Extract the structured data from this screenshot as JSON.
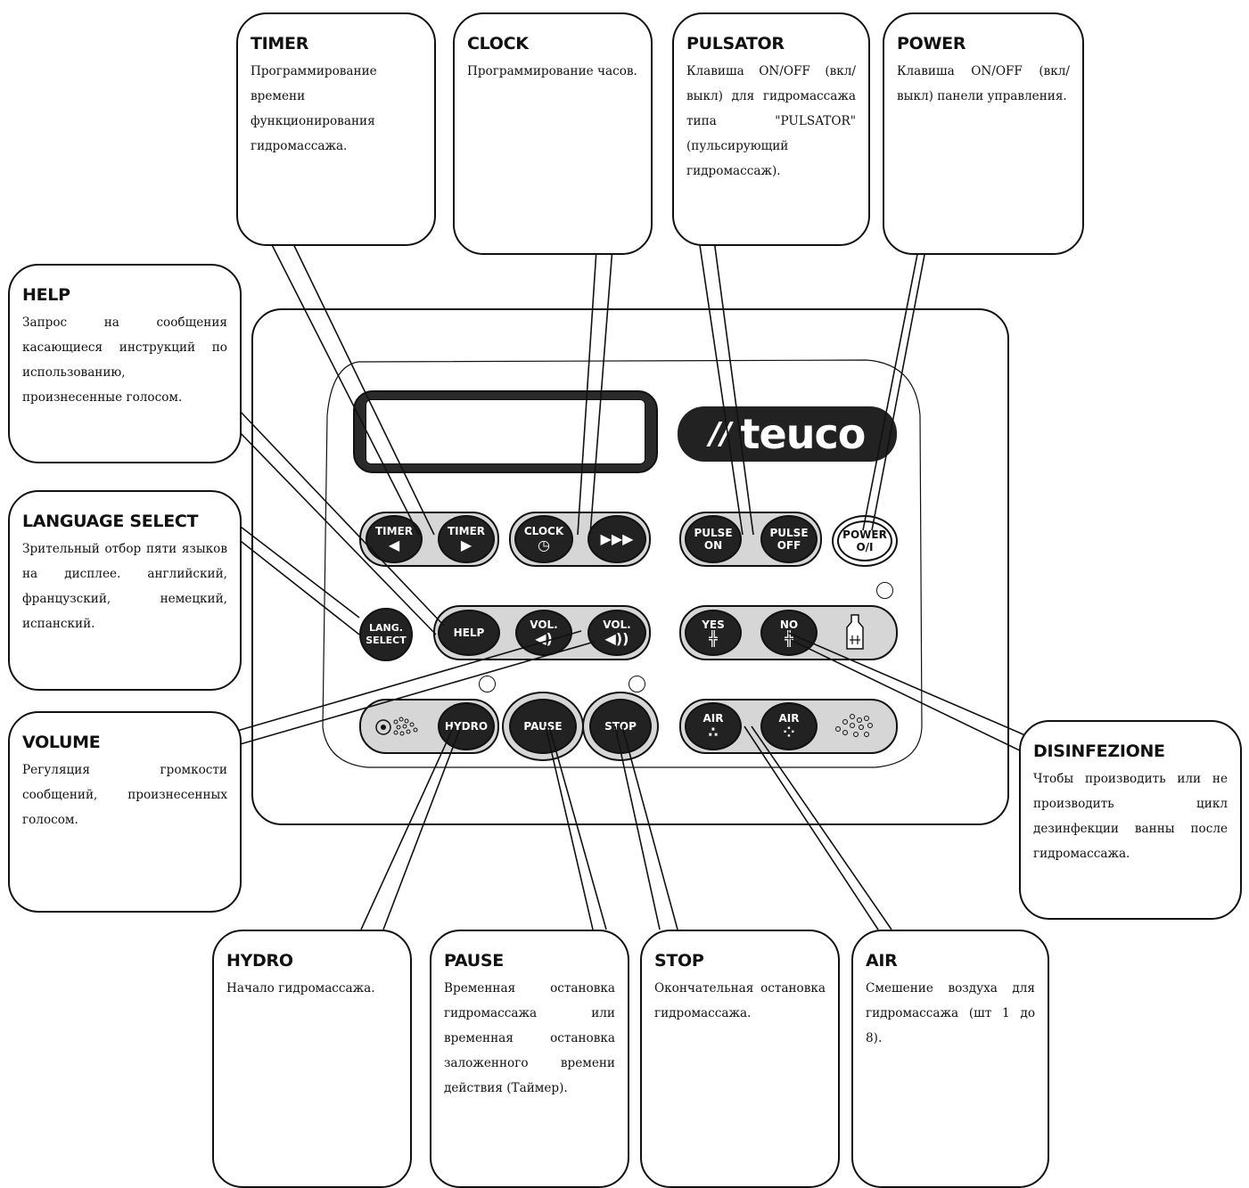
{
  "panel": {
    "brand": "teuco",
    "keys": {
      "timer_left": {
        "label": "TIMER",
        "symbol": "◀"
      },
      "timer_right": {
        "label": "TIMER",
        "symbol": "▶"
      },
      "clock": {
        "label": "CLOCK",
        "symbol": "◷"
      },
      "forward": {
        "symbol": "▶▶▶"
      },
      "pulse_on": {
        "line1": "PULSE",
        "line2": "ON"
      },
      "pulse_off": {
        "line1": "PULSE",
        "line2": "OFF"
      },
      "power": {
        "line1": "POWER",
        "line2": "O/I"
      },
      "lang_select": {
        "line1": "LANG.",
        "line2": "SELECT"
      },
      "help": {
        "label": "HELP"
      },
      "vol_down": {
        "label": "VOL.",
        "symbol": "◀)"
      },
      "vol_up": {
        "label": "VOL.",
        "symbol": "◀))"
      },
      "yes": {
        "label": "YES",
        "symbol": "╬"
      },
      "no": {
        "label": "NO",
        "symbol": "╬"
      },
      "hydro": {
        "label": "HYDRO"
      },
      "pause": {
        "label": "PAUSE"
      },
      "stop": {
        "label": "STOP"
      },
      "air_low": {
        "label": "AIR",
        "symbol": "∴"
      },
      "air_high": {
        "label": "AIR",
        "symbol": "⁘"
      }
    }
  },
  "callouts": {
    "timer": {
      "title": "TIMER",
      "text": "Программирование времени функционирования гидромассажа."
    },
    "clock": {
      "title": "CLOCK",
      "text": "Программирование часов."
    },
    "pulsator": {
      "title": "PULSATOR",
      "text": "Клавиша ON/OFF (вкл/выкл) для гидромассажа типа \"PULSATOR\" (пульсирующий гидромассаж)."
    },
    "power": {
      "title": "POWER",
      "text": "Клавиша ON/OFF (вкл/выкл) панели управления."
    },
    "help": {
      "title": "HELP",
      "text": "Запрос на сообщения касающиеся инструкций по использованию, произнесенные голосом."
    },
    "language": {
      "title": "LANGUAGE SELECT",
      "text": "Зрительный отбор пяти языков на дисплее. английский, французский, немецкий, испанский."
    },
    "volume": {
      "title": "VOLUME",
      "text": "Регуляция громкости сообщений, произнесенных голосом."
    },
    "disinfezione": {
      "title": "DISINFEZIONE",
      "text": "Чтобы производить или не производить цикл дезинфекции ванны после гидромассажа."
    },
    "hydro": {
      "title": "HYDRO",
      "text": "Начало гидромассажа."
    },
    "pause": {
      "title": "PAUSE",
      "text": "Временная остановка гидромассажа или временная остановка заложенного времени действия (Таймер)."
    },
    "stop": {
      "title": "STOP",
      "text": "Окончательная остановка гидромассажа."
    },
    "air": {
      "title": "AIR",
      "text": "Смешение воздуха для гидромассажа (шт 1 до 8)."
    }
  }
}
